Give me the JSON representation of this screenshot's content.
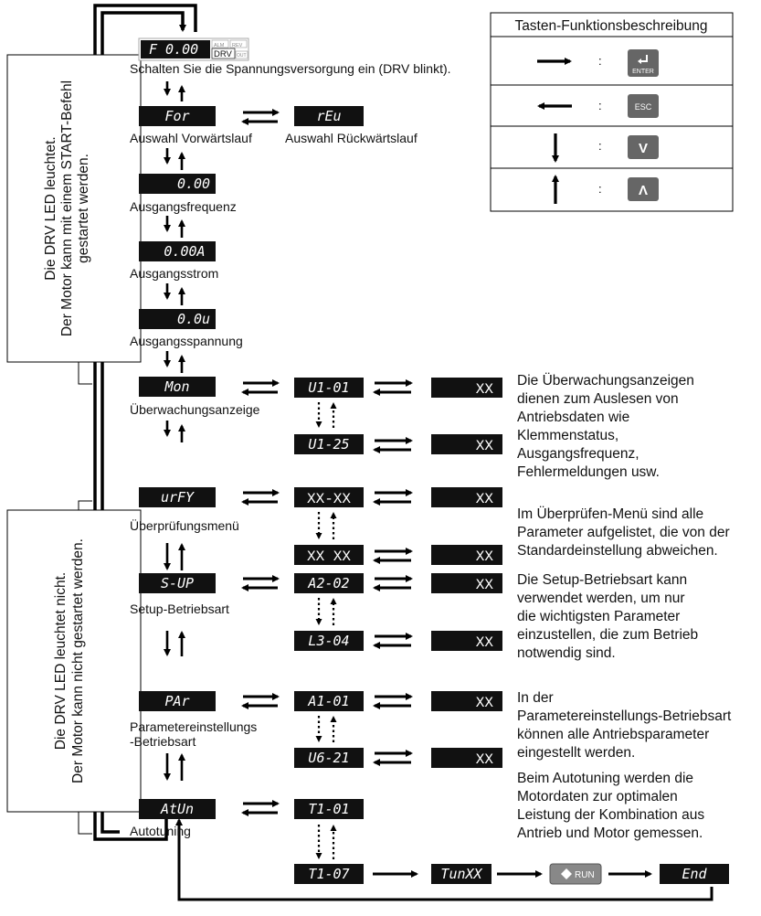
{
  "legend": {
    "title": "Tasten-Funktionsbeschreibung",
    "rows": [
      {
        "arrow": "right-arrow",
        "sep": ":",
        "key": "ENTER"
      },
      {
        "arrow": "left-arrow",
        "sep": ":",
        "key": "ESC"
      },
      {
        "arrow": "down-arrow",
        "sep": ":",
        "key": "V"
      },
      {
        "arrow": "up-arrow",
        "sep": ":",
        "key": "Λ"
      }
    ]
  },
  "side_notes": {
    "top": [
      "Die DRV LED leuchtet.",
      "Der Motor kann mit einem START-Befehl",
      "gestartet werden."
    ],
    "bottom": [
      "Die DRV LED leuchtet nicht.",
      "Der Motor kann nicht gestartet werden."
    ]
  },
  "start": {
    "display": "F 0.00",
    "indicators": [
      "ALM",
      "REV",
      "DRV",
      "OUT"
    ],
    "label": "Schalten Sie die Spannungsversorgung ein (DRV blinkt)."
  },
  "menu": [
    {
      "display": "For",
      "label": [
        "Auswahl Vorwärtslauf"
      ]
    },
    {
      "display": "0.00",
      "label": [
        "Ausgangsfrequenz"
      ]
    },
    {
      "display": "0.00A",
      "label": [
        "Ausgangsstrom"
      ]
    },
    {
      "display": "0.0u",
      "label": [
        "Ausgangsspannung"
      ]
    },
    {
      "display": "Mon",
      "label": [
        "Überwachungsanzeige"
      ]
    },
    {
      "display": "urFY",
      "label": [
        "Überprüfungsmenü"
      ]
    },
    {
      "display": "S-UP",
      "label": [
        "Setup-Betriebsart"
      ]
    },
    {
      "display": "PAr",
      "label": [
        "Parametereinstellungs",
        "-Betriebsart"
      ]
    },
    {
      "display": "AtUn",
      "label": [
        "Autotuning"
      ]
    }
  ],
  "reverse": {
    "display": "rEu",
    "label": "Auswahl Rückwärtslauf"
  },
  "sub": {
    "mon": {
      "first": "U1-01",
      "last": "U1-25",
      "value": "XX"
    },
    "vrfy": {
      "first": "XX-XX",
      "last": "XX XX",
      "value": "XX"
    },
    "setup": {
      "first": "A2-02",
      "last": "L3-04",
      "value": "XX"
    },
    "par": {
      "first": "A1-01",
      "last": "U6-21",
      "value": "XX"
    },
    "tune": {
      "first": "T1-01",
      "last": "T1-07",
      "tun": "TunXX",
      "run": "RUN",
      "end": "End"
    }
  },
  "descriptions": {
    "mon": [
      "Die Überwachungsanzeigen",
      "dienen zum Auslesen von",
      "Antriebsdaten wie",
      "Klemmenstatus,",
      "Ausgangsfrequenz,",
      "Fehlermeldungen usw."
    ],
    "vrfy": [
      "Im Überprüfen-Menü sind alle",
      "Parameter aufgelistet, die von der",
      "Standardeinstellung abweichen."
    ],
    "setup": [
      "Die Setup-Betriebsart kann",
      "verwendet werden, um nur",
      "die wichtigsten Parameter",
      "einzustellen, die zum Betrieb",
      "notwendig sind."
    ],
    "par": [
      "In der",
      "Parametereinstellungs-Betriebsart",
      "können alle Antriebsparameter",
      "eingestellt werden."
    ],
    "tune": [
      "Beim Autotuning werden die",
      "Motordaten zur optimalen",
      "Leistung der Kombination aus",
      "Antrieb und Motor gemessen."
    ]
  },
  "colors": {
    "display_bg": "#111111",
    "display_text": "#ffffff",
    "key_bg": "#666666",
    "line": "#000000"
  }
}
